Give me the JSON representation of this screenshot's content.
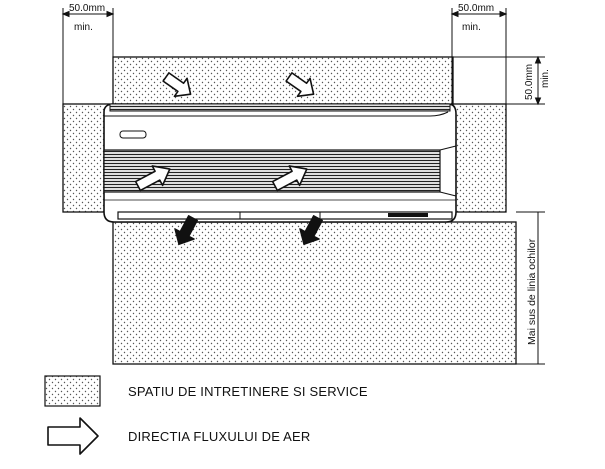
{
  "clearances": {
    "left_top": {
      "value": "50.0mm",
      "unit_note": "min."
    },
    "right_top": {
      "value": "50.0mm",
      "unit_note": "min."
    },
    "right_side": {
      "value": "50.0mm",
      "unit_note": "min."
    }
  },
  "height_note": "Mai sus de linia ochilor",
  "legend": {
    "service_area": {
      "label": "SPATIU DE INTRETINERE SI SERVICE",
      "icon": "dotted-area-icon"
    },
    "airflow": {
      "label": "DIRECTIA FLUXULUI DE AER",
      "icon": "arrow-right-outline-icon"
    }
  },
  "colors": {
    "line": "#111111",
    "background": "#ffffff",
    "dot": "#555555"
  }
}
